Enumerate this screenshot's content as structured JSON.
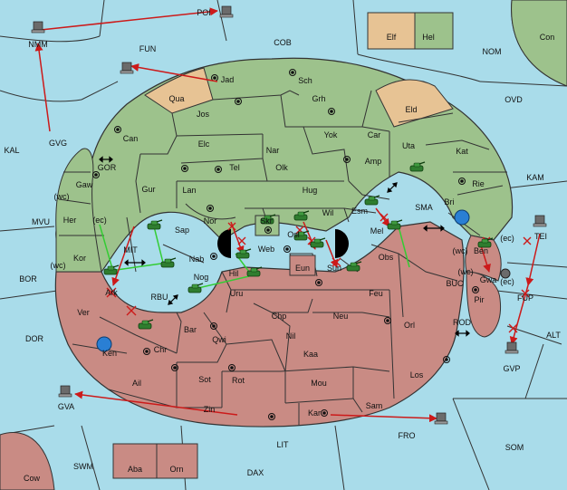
{
  "colors": {
    "sea": "#a9dcea",
    "green": "#9dc28c",
    "red": "#c98b84",
    "tan": "#e7c394",
    "border": "#333333",
    "order": "#cc1a1a",
    "support": "#33cc33",
    "unit_fill": "#2f7d2f",
    "fleet_blue": "#2a7fd4",
    "player_gray": "#6b6b6b"
  },
  "sea_labels": [
    {
      "id": "fun",
      "text": "FUN"
    },
    {
      "id": "cob",
      "text": "COB"
    },
    {
      "id": "nom",
      "text": "NOM"
    },
    {
      "id": "con",
      "text": "Con"
    },
    {
      "id": "ovd",
      "text": "OVD"
    },
    {
      "id": "kal",
      "text": "KAL"
    },
    {
      "id": "gvg",
      "text": "GVG"
    },
    {
      "id": "gor",
      "text": "GOR"
    },
    {
      "id": "mvu",
      "text": "MVU"
    },
    {
      "id": "mit",
      "text": "MIT"
    },
    {
      "id": "rbu",
      "text": "RBU"
    },
    {
      "id": "bor",
      "text": "BOR"
    },
    {
      "id": "dor",
      "text": "DOR"
    },
    {
      "id": "sma",
      "text": "SMA"
    },
    {
      "id": "kam",
      "text": "KAM"
    },
    {
      "id": "buc",
      "text": "BUC"
    },
    {
      "id": "rod",
      "text": "ROD"
    },
    {
      "id": "alt",
      "text": "ALT"
    },
    {
      "id": "lit",
      "text": "LIT"
    },
    {
      "id": "fro",
      "text": "FRO"
    },
    {
      "id": "som",
      "text": "SOM"
    },
    {
      "id": "swm",
      "text": "SWM"
    },
    {
      "id": "dax",
      "text": "DAX"
    },
    {
      "id": "gva",
      "text": "GVA"
    },
    {
      "id": "gvp",
      "text": "GVP"
    },
    {
      "id": "nmm",
      "text": "NMM"
    },
    {
      "id": "poi",
      "text": "POI"
    },
    {
      "id": "tei",
      "text": "TEI"
    },
    {
      "id": "fup",
      "text": "FUP"
    }
  ],
  "land_labels": [
    {
      "id": "jad",
      "text": "Jad"
    },
    {
      "id": "qua",
      "text": "Qua"
    },
    {
      "id": "sch",
      "text": "Sch"
    },
    {
      "id": "jos",
      "text": "Jos"
    },
    {
      "id": "grh",
      "text": "Grh"
    },
    {
      "id": "eld",
      "text": "Eld"
    },
    {
      "id": "can",
      "text": "Can"
    },
    {
      "id": "elc",
      "text": "Elc"
    },
    {
      "id": "yok",
      "text": "Yok"
    },
    {
      "id": "car",
      "text": "Car"
    },
    {
      "id": "uta",
      "text": "Uta"
    },
    {
      "id": "nar",
      "text": "Nar"
    },
    {
      "id": "kat",
      "text": "Kat"
    },
    {
      "id": "tel",
      "text": "Tel"
    },
    {
      "id": "olk",
      "text": "Olk"
    },
    {
      "id": "amp",
      "text": "Amp"
    },
    {
      "id": "gaw",
      "text": "Gaw"
    },
    {
      "id": "gur",
      "text": "Gur"
    },
    {
      "id": "lan",
      "text": "Lan"
    },
    {
      "id": "hug",
      "text": "Hug"
    },
    {
      "id": "rie",
      "text": "Rie"
    },
    {
      "id": "wc1",
      "text": "(wc)"
    },
    {
      "id": "her",
      "text": "Her"
    },
    {
      "id": "ec1",
      "text": "(ec)"
    },
    {
      "id": "nor",
      "text": "Nor"
    },
    {
      "id": "skr",
      "text": "Skr"
    },
    {
      "id": "wil",
      "text": "Wil"
    },
    {
      "id": "esm",
      "text": "Esm"
    },
    {
      "id": "bri",
      "text": "Bri"
    },
    {
      "id": "ec2",
      "text": "(ec)"
    },
    {
      "id": "sap",
      "text": "Sap"
    },
    {
      "id": "web",
      "text": "Web"
    },
    {
      "id": "osl",
      "text": "Osl"
    },
    {
      "id": "mel",
      "text": "Mel"
    },
    {
      "id": "ben",
      "text": "Ben"
    },
    {
      "id": "wc2",
      "text": "(wc)"
    },
    {
      "id": "kor",
      "text": "Kor"
    },
    {
      "id": "wc3",
      "text": "(wc)"
    },
    {
      "id": "nab",
      "text": "Nab"
    },
    {
      "id": "eun",
      "text": "Eun"
    },
    {
      "id": "sun",
      "text": "Sun"
    },
    {
      "id": "obs",
      "text": "Obs"
    },
    {
      "id": "gwa",
      "text": "Gwa"
    },
    {
      "id": "wc4",
      "text": "(wc)"
    },
    {
      "id": "ec3",
      "text": "(ec)"
    },
    {
      "id": "ark",
      "text": "Ark"
    },
    {
      "id": "nog",
      "text": "Nog"
    },
    {
      "id": "hil",
      "text": "Hil"
    },
    {
      "id": "uru",
      "text": "Uru"
    },
    {
      "id": "feu",
      "text": "Feu"
    },
    {
      "id": "pir",
      "text": "Pir"
    },
    {
      "id": "ver",
      "text": "Ver"
    },
    {
      "id": "chp",
      "text": "Chp"
    },
    {
      "id": "neu",
      "text": "Neu"
    },
    {
      "id": "bar",
      "text": "Bar"
    },
    {
      "id": "qwi",
      "text": "Qwi"
    },
    {
      "id": "nil",
      "text": "Nil"
    },
    {
      "id": "orl",
      "text": "Orl"
    },
    {
      "id": "ken",
      "text": "Ken"
    },
    {
      "id": "chr",
      "text": "Chr"
    },
    {
      "id": "kaa",
      "text": "Kaa"
    },
    {
      "id": "sot",
      "text": "Sot"
    },
    {
      "id": "rot",
      "text": "Rot"
    },
    {
      "id": "los",
      "text": "Los"
    },
    {
      "id": "ail",
      "text": "Ail"
    },
    {
      "id": "mou",
      "text": "Mou"
    },
    {
      "id": "zin",
      "text": "Zin"
    },
    {
      "id": "kar",
      "text": "Kar"
    },
    {
      "id": "sam",
      "text": "Sam"
    },
    {
      "id": "aba",
      "text": "Aba"
    },
    {
      "id": "orn",
      "text": "Orn"
    },
    {
      "id": "cow",
      "text": "Cow"
    },
    {
      "id": "elf",
      "text": "Elf"
    },
    {
      "id": "hel",
      "text": "Hel"
    }
  ]
}
